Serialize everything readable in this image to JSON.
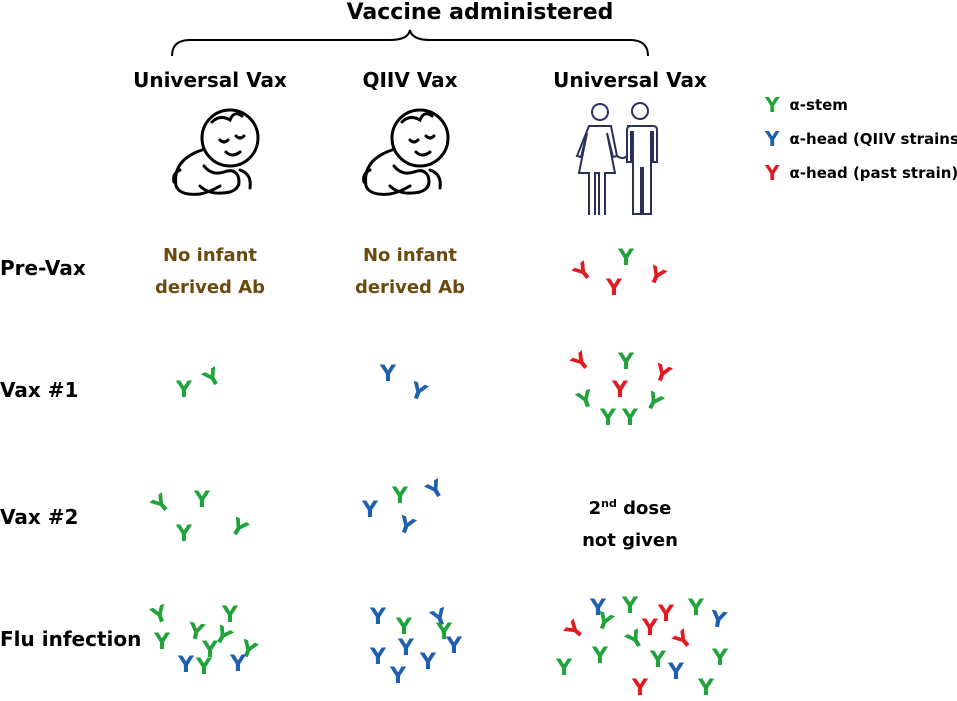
{
  "title": "Vaccine administered",
  "columns": [
    "Universal Vax",
    "QIIV Vax",
    "Universal Vax"
  ],
  "rows": [
    "Pre-Vax",
    "Vax #1",
    "Vax #2",
    "Flu infection"
  ],
  "no_infant_line1": "No infant",
  "no_infant_line2": "derived Ab",
  "second_dose": {
    "base": "2",
    "sup": "nd",
    "rest": " dose",
    "line2": "not given"
  },
  "legend": [
    {
      "label": "α-stem",
      "color": "#1fa33a"
    },
    {
      "label": "α-head (QIIV strains)",
      "color": "#1e5fb0"
    },
    {
      "label": "α-head (past strain)",
      "color": "#e21b23"
    }
  ],
  "antibody_glyph": "Y"
}
